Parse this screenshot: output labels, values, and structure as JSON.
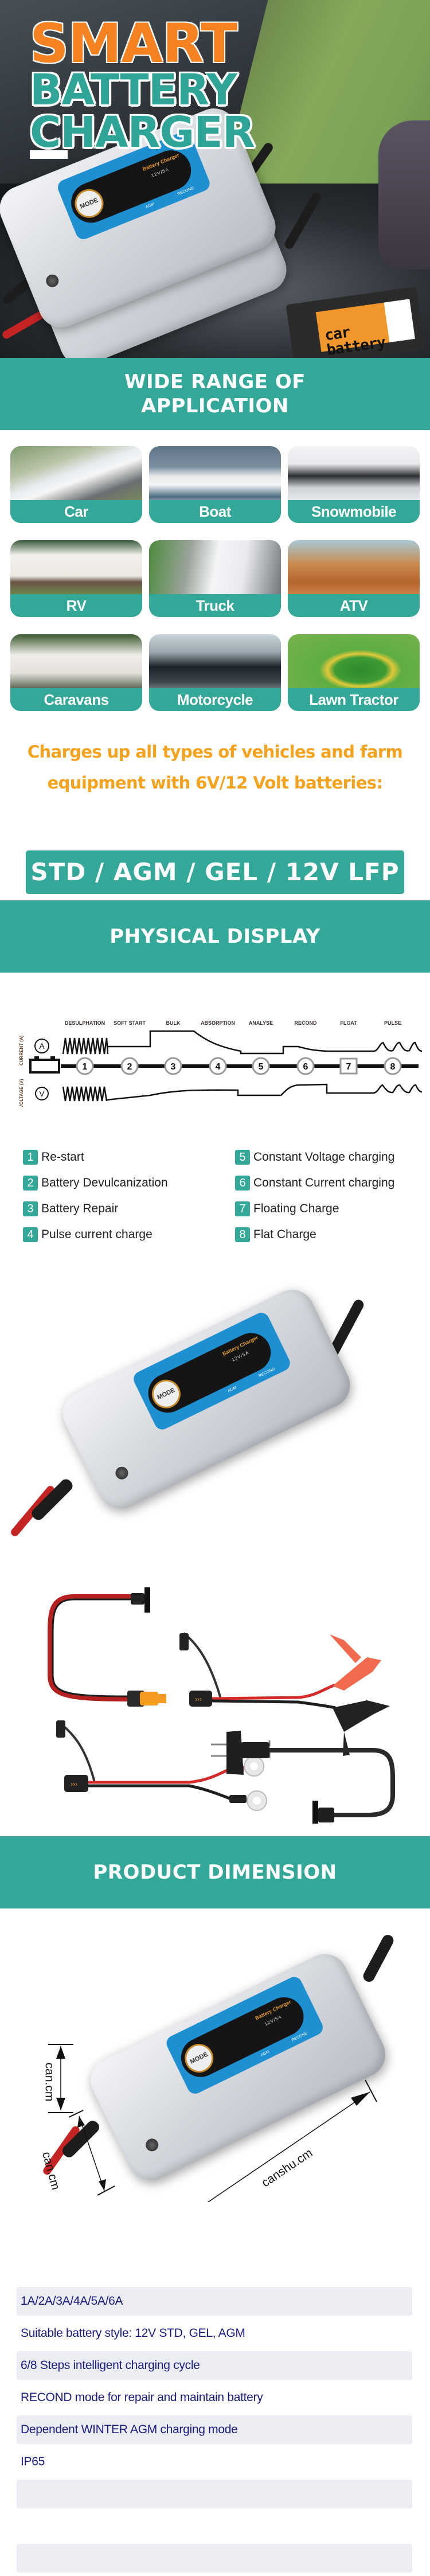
{
  "hero": {
    "title_line1": "SMART",
    "title_line2": "BATTERY CHARGER",
    "battery_label": "car battery",
    "charger": {
      "mode_button": "MODE",
      "brand": "Battery Charger",
      "rating": "12V/5A",
      "recond_label": "RECOND",
      "agm_label": "AGM"
    }
  },
  "application": {
    "heading_line1": "WIDE RANGE OF",
    "heading_line2": "APPLICATION",
    "items": [
      {
        "label": "Car",
        "icon": "car-photo"
      },
      {
        "label": "Boat",
        "icon": "boat-photo"
      },
      {
        "label": "Snowmobile",
        "icon": "snowmobile-photo"
      },
      {
        "label": "RV",
        "icon": "rv-photo"
      },
      {
        "label": "Truck",
        "icon": "truck-photo"
      },
      {
        "label": "ATV",
        "icon": "atv-photo"
      },
      {
        "label": "Caravans",
        "icon": "caravan-photo"
      },
      {
        "label": "Motorcycle",
        "icon": "motorcycle-photo"
      },
      {
        "label": "Lawn Tractor",
        "icon": "lawn-tractor-photo"
      }
    ]
  },
  "compatibility": {
    "description_line1": "Charges up all types of vehicles and farm",
    "description_line2": "equipment with 6V/12 Volt batteries:",
    "battery_types": "STD / AGM / GEL / 12V LFP"
  },
  "physical_display": {
    "heading": "PHYSICAL DISPLAY",
    "diagram": {
      "current_axis": "CURRENT (A)",
      "voltage_axis": "VOLTAGE (V)",
      "current_symbol": "A",
      "voltage_symbol": "V",
      "stages": [
        "DESULPHATION",
        "SOFT START",
        "BULK",
        "ABSORPTION",
        "ANALYSE",
        "RECOND",
        "FLOAT",
        "PULSE"
      ],
      "nodes": [
        "1",
        "2",
        "3",
        "4",
        "5",
        "6",
        "7",
        "8"
      ]
    },
    "legend": [
      {
        "num": "1",
        "text": "Re-start"
      },
      {
        "num": "5",
        "text": "Constant Voltage charging"
      },
      {
        "num": "2",
        "text": "Battery Devulcanization"
      },
      {
        "num": "6",
        "text": "Constant Current charging"
      },
      {
        "num": "3",
        "text": "Battery Repair"
      },
      {
        "num": "7",
        "text": "Floating Charge"
      },
      {
        "num": "4",
        "text": "Pulse current charge"
      },
      {
        "num": "8",
        "text": "Flat  Charge"
      }
    ]
  },
  "product_dimension": {
    "heading": "PRODUCT DIMENSION",
    "height_label": "can.cm",
    "depth_label": "can.cm",
    "length_label": "canshu.cm"
  },
  "specs": [
    "1A/2A/3A/4A/5A/6A",
    "Suitable battery style: 12V STD, GEL, AGM",
    "6/8 Steps intelligent charging cycle",
    "RECOND mode for repair and maintain battery",
    "Dependent WINTER AGM charging mode",
    "IP65",
    "",
    "",
    ""
  ],
  "colors": {
    "teal": "#33a898",
    "orange": "#f58220",
    "amber_text": "#f6a21c",
    "spec_text": "#1a1a80",
    "spec_shade": "#ececf3"
  }
}
